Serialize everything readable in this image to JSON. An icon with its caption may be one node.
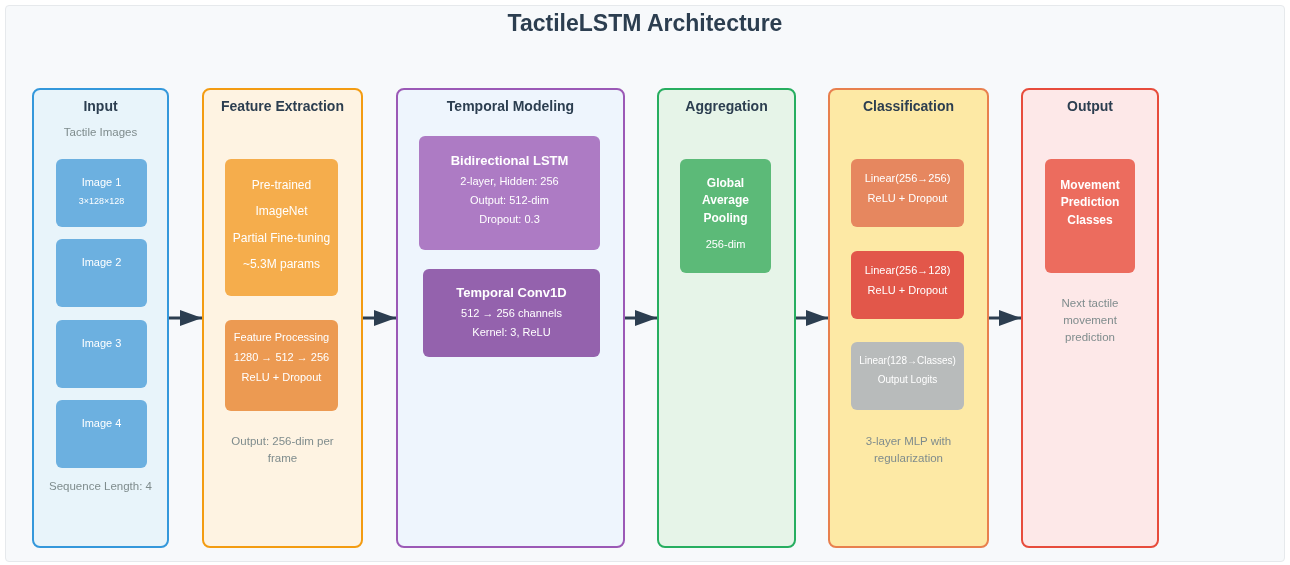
{
  "diagram": {
    "title": "TactileLSTM Architecture",
    "nodes": [
      {
        "text": [
          "Input",
          "Tactile Images",
          "Sequence Length: 4"
        ]
      },
      {
        "text": [
          "Image 1",
          "3×128×128"
        ],
        "in": 0
      },
      {
        "text": [
          "Image 2"
        ],
        "in": 0
      },
      {
        "text": [
          "Image 3"
        ],
        "in": 0
      },
      {
        "text": [
          "Image 4"
        ],
        "in": 0
      },
      {
        "text": [
          "Feature Extraction",
          "Output: 256-dim per frame"
        ]
      },
      {
        "text": [
          "Pre-trained",
          "ImageNet",
          "Partial Fine-tuning",
          "~5.3M params"
        ],
        "in": 5
      },
      {
        "text": [
          "Feature Processing",
          "1280 → 512 → 256",
          "ReLU + Dropout"
        ],
        "in": 5
      },
      {
        "text": [
          "Temporal Modeling"
        ]
      },
      {
        "text": [
          "Bidirectional LSTM",
          "2-layer, Hidden: 256",
          "Output: 512-dim",
          "Dropout: 0.3"
        ],
        "in": 8
      },
      {
        "text": [
          "Temporal Conv1D",
          "512 → 256 channels",
          "Kernel: 3, ReLU"
        ],
        "in": 8
      },
      {
        "text": [
          "Aggregation"
        ]
      },
      {
        "text": [
          "Global Average Pooling",
          "256-dim"
        ],
        "in": 11
      },
      {
        "text": [
          "Classification",
          "3-layer MLP with regularization"
        ]
      },
      {
        "text": [
          "Linear(256→256)",
          "ReLU + Dropout"
        ],
        "in": 13
      },
      {
        "text": [
          "Linear(256→128)",
          "ReLU + Dropout"
        ],
        "in": 13
      },
      {
        "text": [
          "Linear(128→Classes)",
          "Output Logits"
        ],
        "in": 13
      },
      {
        "text": [
          "Output",
          "Next tactile movement prediction"
        ]
      },
      {
        "text": [
          "Movement Prediction Classes"
        ],
        "in": 17
      }
    ],
    "edges": [
      {
        "from": 0,
        "to": 5,
        "arrow": "to"
      },
      {
        "from": 5,
        "to": 8,
        "arrow": "to"
      },
      {
        "from": 8,
        "to": 11,
        "arrow": "to"
      },
      {
        "from": 11,
        "to": 13,
        "arrow": "to"
      },
      {
        "from": 13,
        "to": 17,
        "arrow": "to"
      }
    ]
  }
}
